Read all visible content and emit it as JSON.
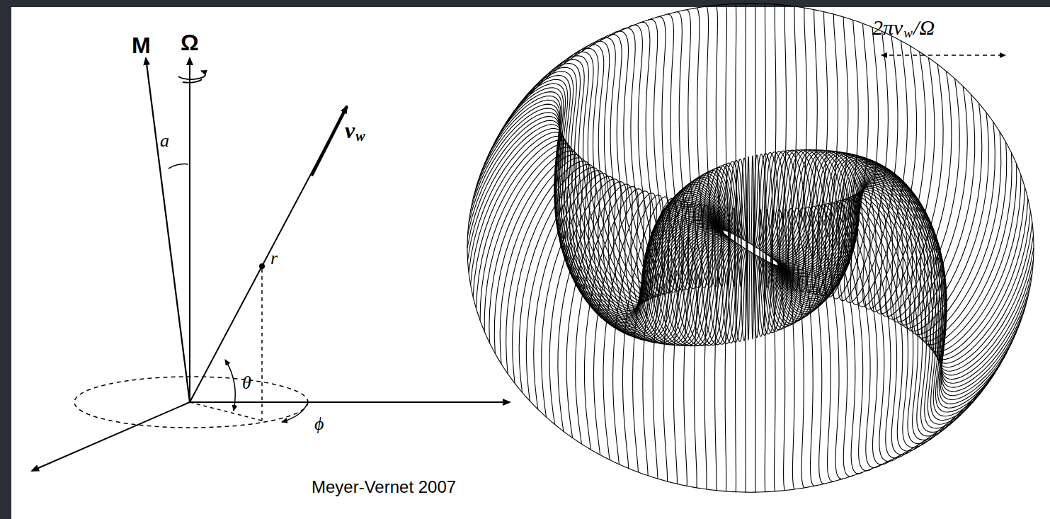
{
  "diagram": {
    "labels": [
      "M",
      "Ω",
      "v",
      "w",
      "a",
      "r",
      "θ",
      "ϕ",
      "2πv",
      "w",
      "/Ω",
      "Meyer-Vernet 2007"
    ]
  }
}
